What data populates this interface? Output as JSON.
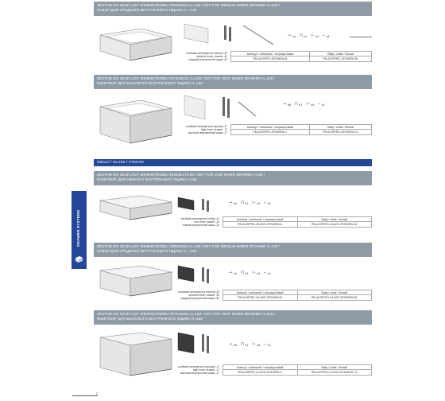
{
  "sections": [
    {
      "title_line1": "ZESTAW DO SZUFLADY WEWNĘTRZNEJ ŚREDNIEJ H=120 / SET FOR MEDIUM INNER DRAWER H=120 /",
      "title_line2": "НАБОР ДЛЯ СРЕДНЕГО ВНУТРЕННЕГО ЯЩИКА H = 120",
      "icons": [
        {
          "glyph": "⊸",
          "qty": "x4"
        },
        {
          "glyph": "⊓",
          "qty": "x1"
        },
        {
          "glyph": "⊢",
          "qty": "x4"
        },
        {
          "glyph": "⌐",
          "qty": "x1"
        }
      ],
      "header_anthracite": "Antracyt / anthracite / антрацитовый",
      "header_white": "Biały / white / белый",
      "desc_lines": [
        "szuflada wewnętrzna średnia „B”",
        "medium inner drawer „B”",
        "средний внутренний ящик „В”"
      ],
      "code_anthracite": "PB-AXISPRO-ZESWEW-B",
      "code_white": "PB-AXISPRO-ZESWEW-B1"
    },
    {
      "title_line1": "ZESTAW DO SZUFLADY WEWNĘTRZNEJ WYSOKIEJ H=168 / SET FOR HIGH INNER DRAWER H=168 /",
      "title_line2": "КОМПЛЕКТ ДЛЯ ВЫСОКОГО ВНУТРЕННЕГО ЯЩИКА H=168",
      "icons": [
        {
          "glyph": "⊸",
          "qty": "x8"
        },
        {
          "glyph": "⊓",
          "qty": "x1"
        },
        {
          "glyph": "⊢",
          "qty": "x4"
        },
        {
          "glyph": "⌐",
          "qty": "x1"
        }
      ],
      "header_anthracite": "Antracyt / anthracite / антрацитовый",
      "header_white": "Biały / white / белый",
      "desc_lines": [
        "szuflada wewnętrzna wysoka „C”",
        "high inner drawer „C”",
        "высокий внутренний ящик „C”"
      ],
      "code_anthracite": "PB-AXISPRO-ZESWEW-C",
      "code_white": "PB-AXISPRO-ZESWEW-C1"
    }
  ],
  "glass_band": "SZKŁO / GLASS / СТЕКЛО",
  "glass_sections": [
    {
      "title_line1": "ZESTAW DO SZUFLADY WEWNĘTRZNEJ NISKIEJ H=84 / SET FOR LOW INNER DRAWER H=84 /",
      "title_line2": "КОМПЛЕКТ ДЛЯ НИЗКОГО ВНУТРЕННЕГО ЯЩИКА H=84",
      "icons": [
        {
          "glyph": "⊸",
          "qty": "x4"
        },
        {
          "glyph": "⊓",
          "qty": "x1"
        },
        {
          "glyph": "⊢",
          "qty": "x4"
        },
        {
          "glyph": "⌐",
          "qty": "x1"
        }
      ],
      "header_anthracite": "Antracyt / anthracite / антрацитовый",
      "header_white": "Biały / white / белый",
      "desc_lines": [
        "szuflada wewnętrzna niska „A”",
        "low inner drawer „A”",
        "низкий внутренний ящик „A”"
      ],
      "code_anthracite": "PB-AXISPRO-GLASS-ZESWEW-A",
      "code_white": "PB-AXISPRO-GLASS-ZESWEW-A1"
    },
    {
      "title_line1": "ZESTAW DO SZUFLADY WEWNĘTRZNEJ ŚREDNIEJ H=120 / SET FOR MEDIUM INNER DRAWER H=120 /",
      "title_line2": "НАБОР ДЛЯ СРЕДНЕГО ВНУТРЕННЕГО ЯЩИКА H = 120",
      "icons": [
        {
          "glyph": "⊸",
          "qty": "x4"
        },
        {
          "glyph": "⊓",
          "qty": "x1"
        },
        {
          "glyph": "⊢",
          "qty": "x4"
        },
        {
          "glyph": "⌐",
          "qty": "x1"
        }
      ],
      "header_anthracite": "Antracyt / anthracite / антрацитовый",
      "header_white": "Biały / white / белый",
      "desc_lines": [
        "szuflada wewnętrzna średnia „B”",
        "medium inner drawer „B”",
        "средний внутренний ящик „В”"
      ],
      "code_anthracite": "PB-AXISPRO-GLASS-ZESWEW-B",
      "code_white": "PB-AXISPRO-GLASS-ZESWEW-B1"
    },
    {
      "title_line1": "ZESTAW DO SZUFLADY WEWNĘTRZNEJ WYSOKIEJ H=168 / SET FOR HIGH INNER DRAWER H=168 /",
      "title_line2": "КОМПЛЕКТ ДЛЯ ВЫСОКОГО ВНУТРЕННЕГО ЯЩИКА H=168",
      "icons": [
        {
          "glyph": "⊸",
          "qty": "x8"
        },
        {
          "glyph": "⊓",
          "qty": "x1"
        },
        {
          "glyph": "⊢",
          "qty": "x4"
        },
        {
          "glyph": "⌐",
          "qty": "x1"
        }
      ],
      "header_anthracite": "Antracyt / anthracite / антрацитовый",
      "header_white": "Biały / white / белый",
      "desc_lines": [
        "szuflada wewnętrzna wysoka „C”",
        "high inner drawer „C”",
        "высокий внутренний ящик „C”"
      ],
      "code_anthracite": "PB-AXISPRO-GLASS-ZESWEW-C",
      "code_white": "PB-AXISPRO-GLASS-ZESWEW-C1"
    }
  ],
  "side_tab": "DRAWER SYSTEMS",
  "page_number": "2",
  "colors": {
    "band": "#8e9aa5",
    "brand_blue": "#24479a"
  }
}
